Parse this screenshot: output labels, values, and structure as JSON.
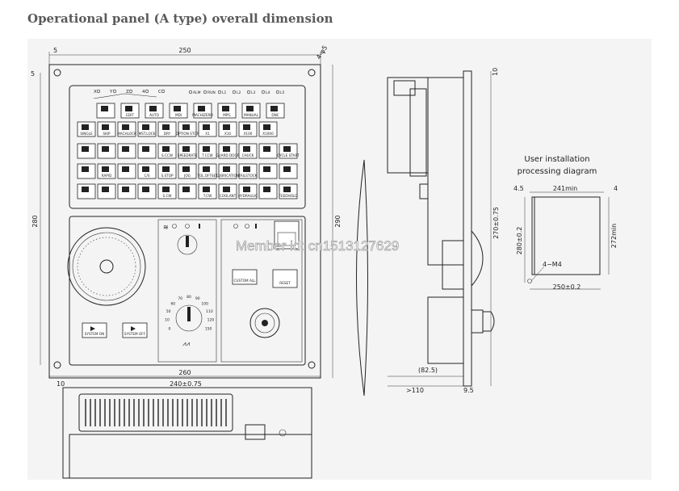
{
  "title": "Operational panel (A type) overall dimension",
  "watermark": "Member id: cn1513127629",
  "dims": {
    "top_width": "250",
    "left_offset": "5",
    "left_top_gap": "5",
    "hole": "4-φ5",
    "height_left": "280",
    "height_right": "290",
    "bottom_width": "260",
    "side_depth": "(82.5)",
    "side_base": ">110",
    "side_plate": "9.5",
    "side_top": "10",
    "side_height": "270±0.75",
    "bottom_view_width": "240±0.75",
    "bottom_view_offset": "10"
  },
  "install": {
    "title_line1": "User installation",
    "title_line2": "processing diagram",
    "w_min": "241min",
    "left_gap": "4.5",
    "right_gap": "4",
    "h_left": "280±0.2",
    "h_right": "272min",
    "hole_note": "4−M4",
    "w_bottom": "250±0.2"
  },
  "leds": {
    "axes": [
      "X",
      "Y",
      "Z",
      "4",
      "C"
    ],
    "status": [
      "ALM",
      "RUN",
      "L1",
      "L2",
      "L3",
      "L4",
      "L5"
    ]
  },
  "keys": {
    "row1": [
      "",
      "EDIT",
      "AUTO",
      "MDI",
      "MACHIZERO",
      "MPG",
      "MANUAL",
      "DNC"
    ],
    "row2": [
      "SINGLE",
      "SKIP",
      "MACHLOCK",
      "MST.LOCK",
      "DRY",
      "OPTION STOP",
      "X1",
      "X10",
      "X100",
      "X1000"
    ],
    "row3": [
      "",
      "",
      "",
      "",
      "S.CCW",
      "SPEEDRATE",
      "T.CCW",
      "GUARD DOOR",
      "CHUCK",
      "",
      "CYCLE START"
    ],
    "row4": [
      "",
      "RAPID",
      "",
      "C/S",
      "S.STOP",
      "JOG",
      "TOL.OFFSET",
      "LUBRICATION",
      "TAILSTOCK",
      "",
      ""
    ],
    "row5": [
      "",
      "",
      "",
      "",
      "S.CW",
      "",
      "T.CW",
      "COOLANT",
      "HYDRAULIC",
      "",
      "FEEDHOLD"
    ],
    "lower": [
      "SYSTEM ON",
      "SYSTEM OFF",
      "CUSTOM ALL",
      "RESET"
    ]
  },
  "knob": {
    "scale": [
      "0",
      "10",
      "50",
      "60",
      "70",
      "80",
      "90",
      "100",
      "110",
      "120",
      "150"
    ]
  }
}
